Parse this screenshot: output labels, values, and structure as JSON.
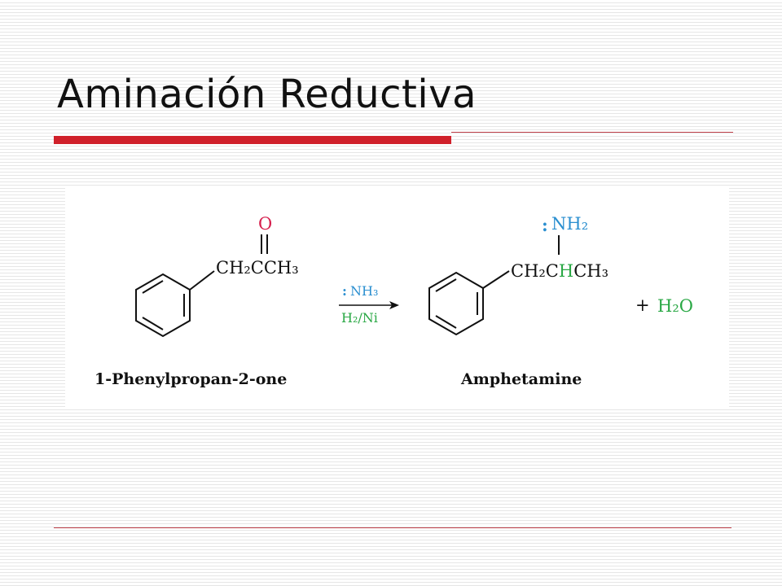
{
  "slide": {
    "title": "Aminación Reductiva"
  },
  "colors": {
    "title_accent": "#d0202a",
    "oxygen": "#d6204e",
    "nitrogen": "#2b8fd0",
    "hydrogen": "#2aa845",
    "text": "#111111"
  },
  "reaction": {
    "reactant": {
      "oxygen_label": "O",
      "chain_label": "CH₂CCH₃",
      "name": "1-Phenylpropan-2-one"
    },
    "reagents": {
      "lone_pair": ":",
      "above": "NH₃",
      "below": "H₂/Ni"
    },
    "product": {
      "lone_pair": ":",
      "amine_label": "NH₂",
      "chain_left": "CH₂C",
      "chain_h": "H",
      "chain_right": "CH₃",
      "name": "Amphetamine"
    },
    "byproduct": {
      "plus": "+",
      "formula": "H₂O"
    }
  }
}
